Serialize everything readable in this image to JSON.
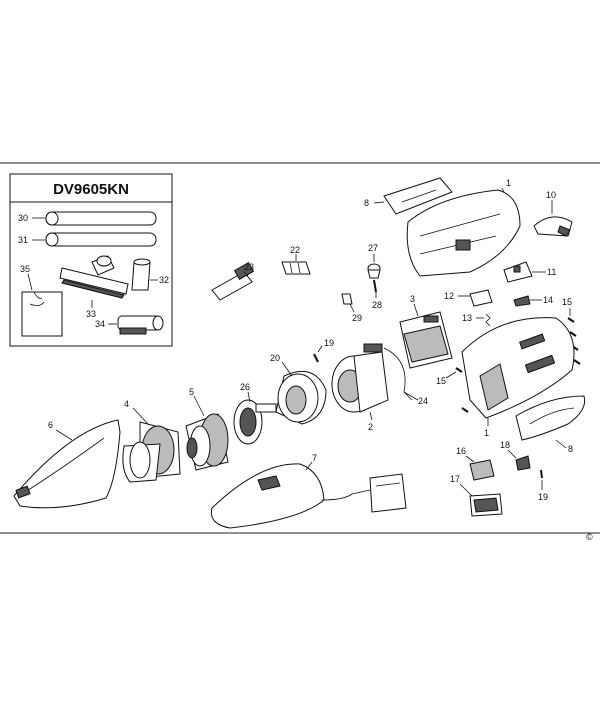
{
  "title": "DV9605KN",
  "copyright_symbol": "©",
  "callouts": {
    "c1a": "1",
    "c1b": "1",
    "c2": "2",
    "c3": "3",
    "c4": "4",
    "c5": "5",
    "c6": "6",
    "c7": "7",
    "c8a": "8",
    "c8b": "8",
    "c10": "10",
    "c11": "11",
    "c12": "12",
    "c13": "13",
    "c14": "14",
    "c15a": "15",
    "c15b": "15",
    "c16": "16",
    "c17": "17",
    "c18": "18",
    "c19a": "19",
    "c19b": "19",
    "c20": "20",
    "c22": "22",
    "c23": "23",
    "c24": "24",
    "c26": "26",
    "c27": "27",
    "c28": "28",
    "c29": "29",
    "c30": "30",
    "c31": "31",
    "c32": "32",
    "c33": "33",
    "c34": "34",
    "c35": "35"
  }
}
